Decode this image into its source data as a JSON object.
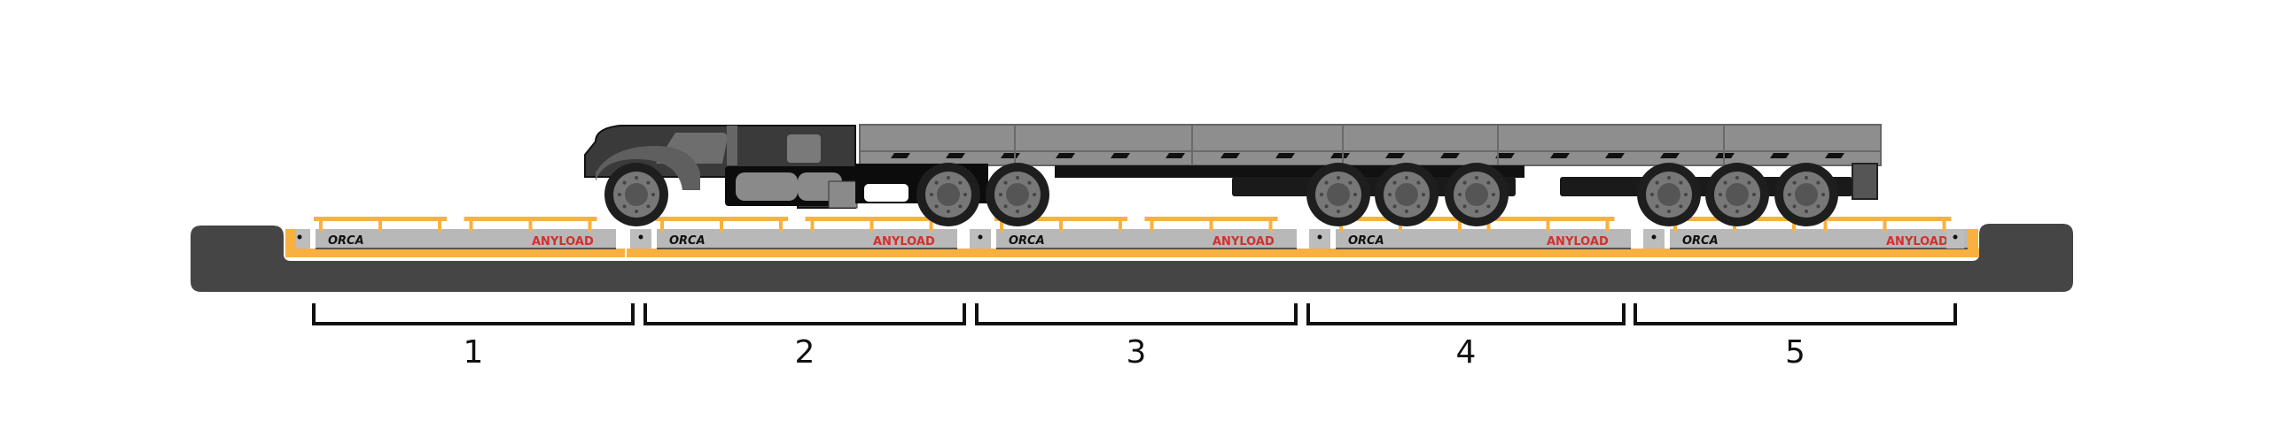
{
  "diagram": {
    "title": "Truck scale with five weighing platforms",
    "platforms": [
      {
        "label": "1",
        "brand_left": "ORCA",
        "brand_right": "ANYLOAD"
      },
      {
        "label": "2",
        "brand_left": "ORCA",
        "brand_right": "ANYLOAD"
      },
      {
        "label": "3",
        "brand_left": "ORCA",
        "brand_right": "ANYLOAD"
      },
      {
        "label": "4",
        "brand_left": "ORCA",
        "brand_right": "ANYLOAD"
      },
      {
        "label": "5",
        "brand_left": "ORCA",
        "brand_right": "ANYLOAD"
      }
    ],
    "colors": {
      "pit": "#454545",
      "deck": "#b8b8b8",
      "frame": "#f8b13f",
      "brand_red": "#d0312d",
      "truck_dark": "#2a2a2a",
      "trailer": "#8c8c8c"
    }
  }
}
